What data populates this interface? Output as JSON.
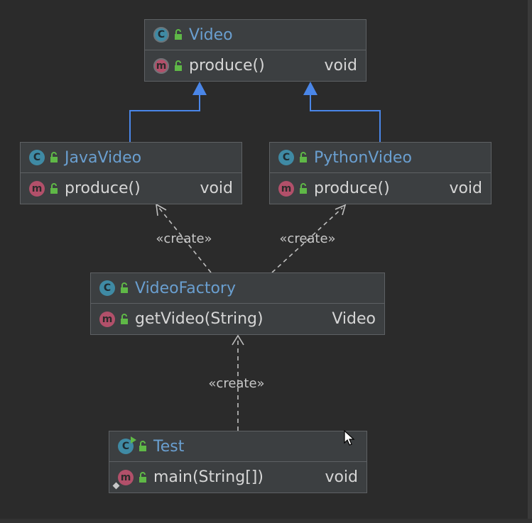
{
  "diagram": {
    "classes": [
      {
        "id": "video",
        "name": "Video",
        "icon": "abstract-class-icon",
        "methods": [
          {
            "name": "produce()",
            "returns": "void",
            "icon": "abstract-method-icon"
          }
        ]
      },
      {
        "id": "javavideo",
        "name": "JavaVideo",
        "icon": "class-icon",
        "methods": [
          {
            "name": "produce()",
            "returns": "void",
            "icon": "method-icon"
          }
        ]
      },
      {
        "id": "pythonvideo",
        "name": "PythonVideo",
        "icon": "class-icon",
        "methods": [
          {
            "name": "produce()",
            "returns": "void",
            "icon": "method-icon"
          }
        ]
      },
      {
        "id": "videofactory",
        "name": "VideoFactory",
        "icon": "class-icon",
        "methods": [
          {
            "name": "getVideo(String)",
            "returns": "Video",
            "icon": "method-icon"
          }
        ]
      },
      {
        "id": "test",
        "name": "Test",
        "icon": "runnable-class-icon",
        "methods": [
          {
            "name": "main(String[])",
            "returns": "void",
            "icon": "static-method-icon"
          }
        ]
      }
    ],
    "relations": {
      "javavideo_video": {
        "type": "extends"
      },
      "pythonvideo_video": {
        "type": "extends"
      },
      "factory_javavideo": {
        "type": "dependency",
        "label": "«create»"
      },
      "factory_pythonvideo": {
        "type": "dependency",
        "label": "«create»"
      },
      "test_factory": {
        "type": "dependency",
        "label": "«create»"
      }
    },
    "colors": {
      "background": "#2b2b2b",
      "node_fill": "#3c3f41",
      "node_border": "#5e6164",
      "class_name": "#6a9fd0",
      "text": "#d6d6d6",
      "inheritance": "#4a86e8",
      "dependency": "#bfbfbf"
    }
  }
}
